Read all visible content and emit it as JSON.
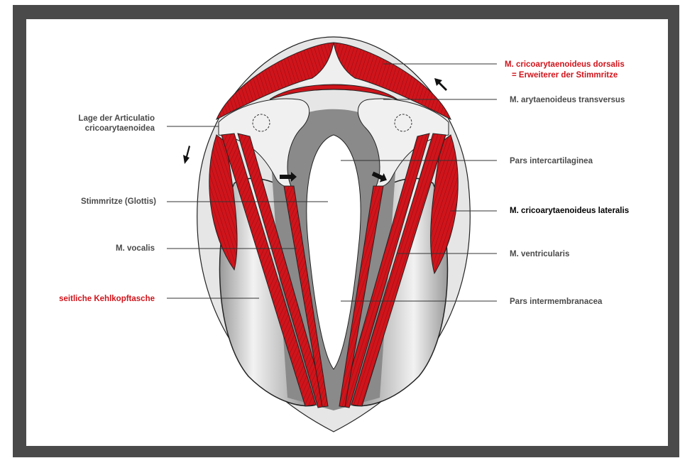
{
  "colors": {
    "frame": "#4a4a4a",
    "muscle_red": "#d0141b",
    "cartilage_grey": "#8a8a8a",
    "label_grey": "#4a4a4a",
    "label_red": "#d0141b"
  },
  "labels": {
    "dorsalis_line1": "M. cricoarytaenoideus dorsalis",
    "dorsalis_line2": "= Erweiterer der Stimmritze",
    "transversus": "M. arytaenoideus transversus",
    "articulatio_line1": "Lage der Articulatio",
    "articulatio_line2": "cricoarytaenoidea",
    "intercartilaginea": "Pars intercartilaginea",
    "glottis": "Stimmritze (Glottis)",
    "lateralis": "M. cricoarytaenoideus lateralis",
    "vocalis": "M. vocalis",
    "ventricularis": "M. ventricularis",
    "kehlkopftasche": "seitliche Kehlkopftasche",
    "intermembranacea": "Pars intermembranacea"
  }
}
